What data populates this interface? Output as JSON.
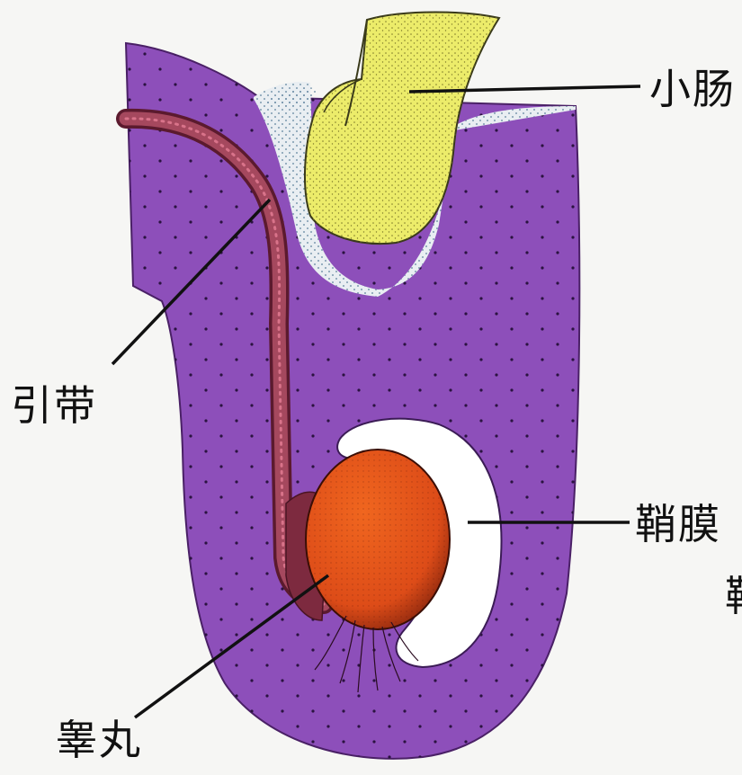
{
  "labels": {
    "intestine": "小肠",
    "gubernaculum": "引带",
    "vaginalis": "鞘膜",
    "partial": "鞘",
    "testis": "睾丸"
  },
  "colors": {
    "background": "#f6f6f4",
    "wall_purple": "#8d4fba",
    "intestine_yellow": "#ecec6a",
    "cavity_white": "#ffffff",
    "testis_orange": "#e0531c",
    "gubernaculum_red": "#8f3550",
    "leader_line": "#111111"
  }
}
